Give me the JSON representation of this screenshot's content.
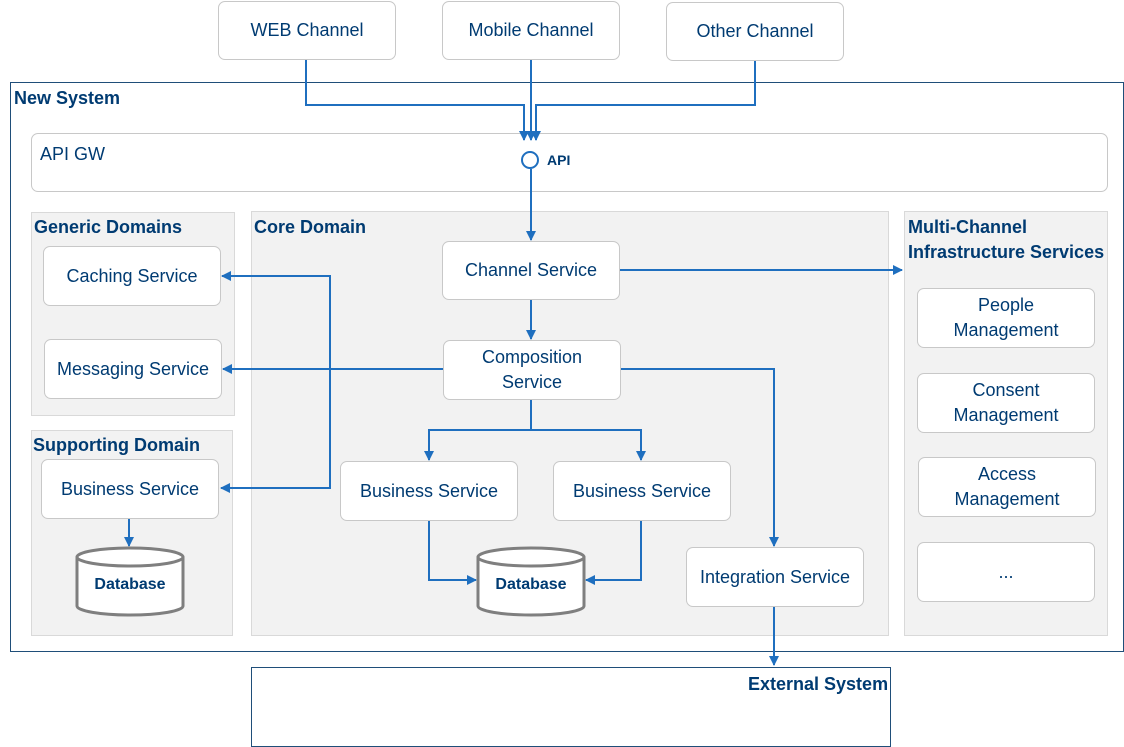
{
  "channels": {
    "web": "WEB Channel",
    "mobile": "Mobile Channel",
    "other": "Other Channel"
  },
  "new_system": {
    "title": "New System",
    "api_gw": "API GW",
    "api_label": "API"
  },
  "generic_domains": {
    "title": "Generic Domains",
    "caching": "Caching Service",
    "messaging": "Messaging Service"
  },
  "supporting_domain": {
    "title": "Supporting Domain",
    "business": "Business Service",
    "database": "Database"
  },
  "core_domain": {
    "title": "Core Domain",
    "channel_service": "Channel Service",
    "composition_service": "Composition Service",
    "business_service_1": "Business Service",
    "business_service_2": "Business Service",
    "database": "Database",
    "integration_service": "Integration Service"
  },
  "multi_channel": {
    "title_line1": "Multi-Channel",
    "title_line2": "Infrastructure Services",
    "people": "People Management",
    "consent": "Consent Management",
    "access": "Access Management",
    "more": "..."
  },
  "external_system": {
    "title": "External System"
  },
  "colors": {
    "arrow": "#1f6fbf",
    "text": "#003b72",
    "panel": "#f2f2f2",
    "border": "#1f4e79"
  }
}
